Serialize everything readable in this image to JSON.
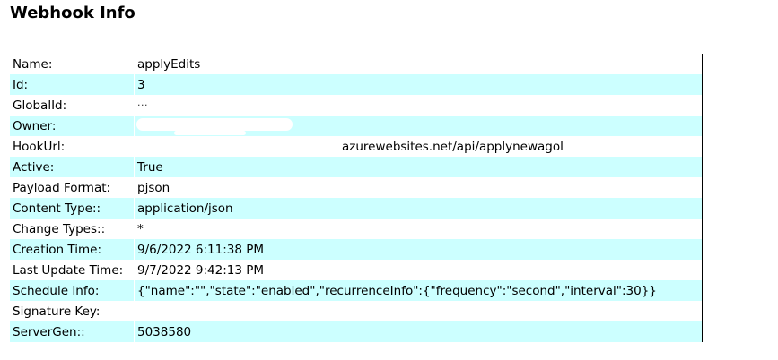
{
  "title": "Webhook Info",
  "rows": [
    {
      "label": "Name:",
      "value": "applyEdits"
    },
    {
      "label": "Id:",
      "value": "3"
    },
    {
      "label": "GlobalId:",
      "value": "..."
    },
    {
      "label": "Owner:",
      "value": ""
    },
    {
      "label": "HookUrl:",
      "value": "azurewebsites.net/api/applynewagol"
    },
    {
      "label": "Active:",
      "value": "True"
    },
    {
      "label": "Payload Format:",
      "value": "pjson"
    },
    {
      "label": "Content Type::",
      "value": "application/json"
    },
    {
      "label": "Change Types::",
      "value": "*"
    },
    {
      "label": "Creation Time:",
      "value": "9/6/2022 6:11:38 PM"
    },
    {
      "label": "Last Update Time:",
      "value": "9/7/2022 9:42:13 PM"
    },
    {
      "label": "Schedule Info:",
      "value": "{\"name\":\"\",\"state\":\"enabled\",\"recurrenceInfo\":{\"frequency\":\"second\",\"interval\":30}}"
    },
    {
      "label": "Signature Key:",
      "value": ""
    },
    {
      "label": "ServerGen::",
      "value": "5038580"
    }
  ],
  "colors": {
    "row_shade": "#ccffff",
    "background": "#ffffff",
    "text": "#000000"
  }
}
